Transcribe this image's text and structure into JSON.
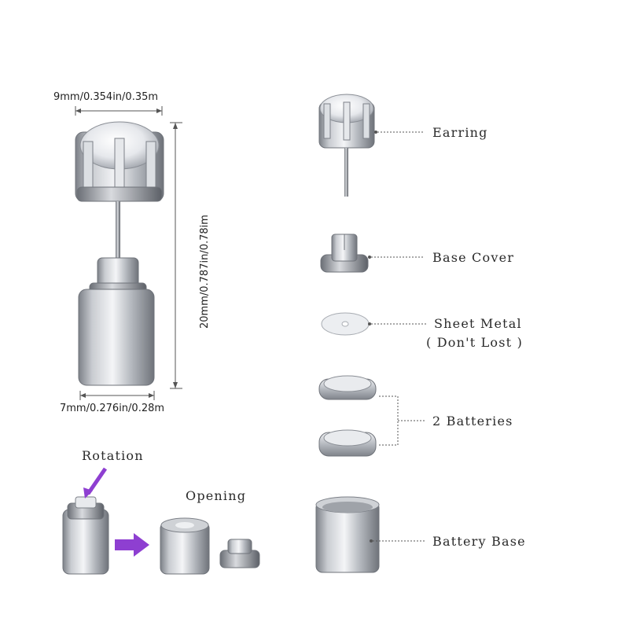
{
  "dimensions": {
    "width_top": "9mm/0.354in/0.35m",
    "height": "20mm/0.787in/0.78im",
    "width_bottom": "7mm/0.276in/0.28m"
  },
  "steps": {
    "rotation": "Rotation",
    "opening": "Opening"
  },
  "parts": {
    "earring": "Earring",
    "base_cover": "Base Cover",
    "sheet_metal": "Sheet Metal",
    "sheet_metal_note": "( Don't Lost )",
    "batteries": "2 Batteries",
    "battery_base": "Battery Base"
  },
  "colors": {
    "accent_purple": "#8e3fd1",
    "metal": "#b9bcc2"
  },
  "icons": {
    "arrow": "purple-arrow-icon"
  }
}
